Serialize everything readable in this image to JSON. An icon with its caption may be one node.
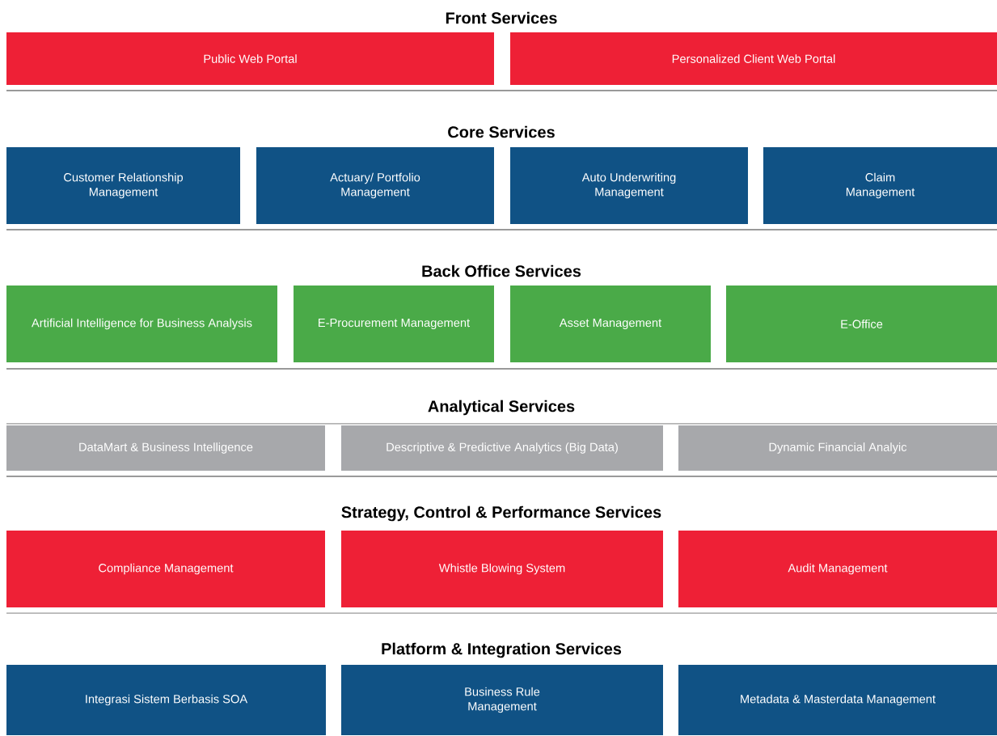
{
  "diagram": {
    "nodes": [
      {
        "text": [
          "Public Web Portal"
        ]
      },
      {
        "text": [
          "Personalized Client Web Portal"
        ]
      },
      {
        "text": [
          "Customer Relationship Management"
        ]
      },
      {
        "text": [
          "Actuary/ Portfolio Management"
        ]
      },
      {
        "text": [
          "Auto Underwriting Management"
        ]
      },
      {
        "text": [
          "Claim Management"
        ]
      },
      {
        "text": [
          "Artificial Intelligence for Business Analysis"
        ]
      },
      {
        "text": [
          "E-Procurement Management"
        ]
      },
      {
        "text": [
          "Asset Management"
        ]
      },
      {
        "text": [
          "E-Office"
        ]
      },
      {
        "text": [
          "DataMart & Business Intelligence"
        ]
      },
      {
        "text": [
          "Descriptive & Predictive Analytics (Big Data)"
        ]
      },
      {
        "text": [
          "Dynamic Financial Analyic"
        ]
      },
      {
        "text": [
          "Compliance Management"
        ]
      },
      {
        "text": [
          "Whistle Blowing System"
        ]
      },
      {
        "text": [
          "Audit Management"
        ]
      },
      {
        "text": [
          "Integrasi Sistem Berbasis SOA"
        ]
      },
      {
        "text": [
          "Business Rule Management"
        ]
      },
      {
        "text": [
          "Metadata & Masterdata Management"
        ]
      }
    ],
    "labels": [
      "Front Services",
      "Core Services",
      "Back Office Services",
      "Analytical Services",
      "Strategy, Control & Performance Services",
      "Platform & Integration Services"
    ]
  }
}
